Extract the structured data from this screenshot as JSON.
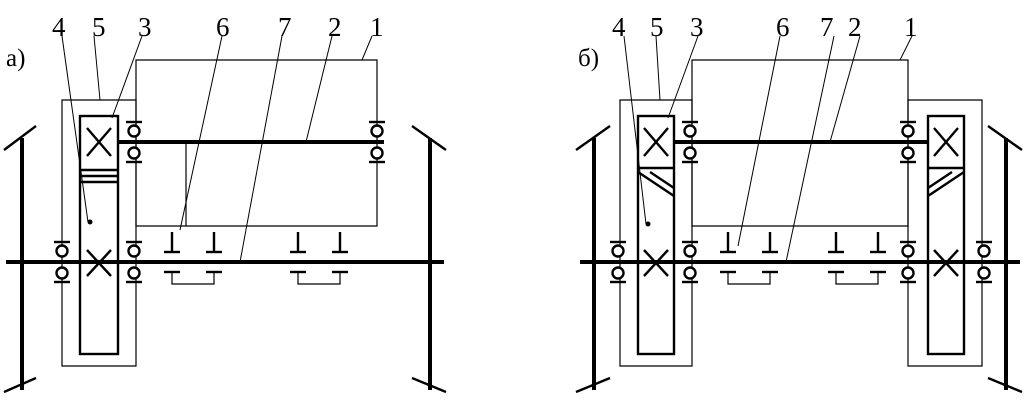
{
  "panels": [
    {
      "id": "a",
      "label": "а)",
      "callouts": [
        "4",
        "5",
        "3",
        "6",
        "7",
        "2",
        "1"
      ]
    },
    {
      "id": "b",
      "label": "б)",
      "callouts": [
        "4",
        "5",
        "3",
        "6",
        "7",
        "2",
        "1"
      ]
    }
  ]
}
